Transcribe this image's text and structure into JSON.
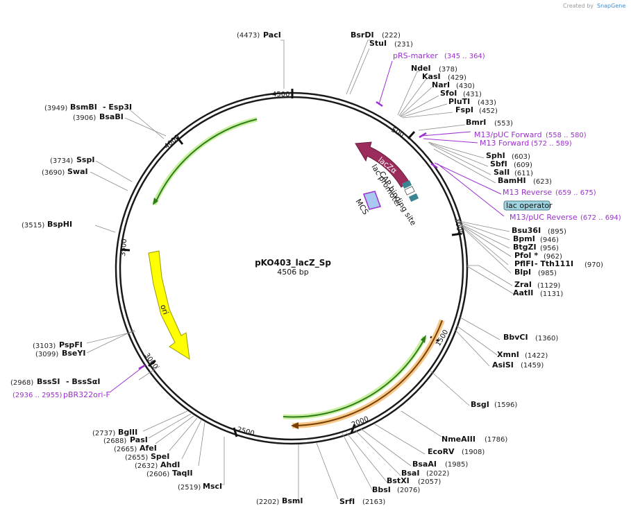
{
  "credit": {
    "prefix": "Created by",
    "brand": "SnapGene"
  },
  "plasmid": {
    "name": "pKO403_lacZ_Sp",
    "size": "4506 bp"
  },
  "ticks": [
    "4500",
    "500",
    "4000",
    "1000",
    "3500",
    "1500",
    "3000",
    "2000",
    "2500"
  ],
  "sites_right": [
    {
      "name": "BsrDI",
      "pos": "(222)"
    },
    {
      "name": "StuI",
      "pos": "(231)"
    },
    {
      "name": "NdeI",
      "pos": "(378)"
    },
    {
      "name": "KasI",
      "pos": "(429)"
    },
    {
      "name": "NarI",
      "pos": "(430)"
    },
    {
      "name": "SfoI",
      "pos": "(431)"
    },
    {
      "name": "PluTI",
      "pos": "(433)"
    },
    {
      "name": "FspI",
      "pos": "(452)"
    },
    {
      "name": "BmrI",
      "pos": "(553)"
    },
    {
      "name": "SphI",
      "pos": "(603)"
    },
    {
      "name": "SbfI",
      "pos": "(609)"
    },
    {
      "name": "SalI",
      "pos": "(611)"
    },
    {
      "name": "BamHI",
      "pos": "(623)"
    },
    {
      "name": "Bsu36I",
      "pos": "(895)"
    },
    {
      "name": "BpmI",
      "pos": "(946)"
    },
    {
      "name": "BtgZI",
      "pos": "(956)"
    },
    {
      "name": "PfoI *",
      "pos": "(962)"
    },
    {
      "name": "PflFI",
      "alt": "- Tth111I",
      "pos": "(970)"
    },
    {
      "name": "BlpI",
      "pos": "(985)"
    },
    {
      "name": "ZraI",
      "pos": "(1129)"
    },
    {
      "name": "AatII",
      "pos": "(1131)"
    },
    {
      "name": "BbvCI",
      "pos": "(1360)"
    },
    {
      "name": "XmnI",
      "pos": "(1422)"
    },
    {
      "name": "AsiSI",
      "pos": "(1459)"
    },
    {
      "name": "BsgI",
      "pos": "(1596)"
    },
    {
      "name": "NmeAIII",
      "pos": "(1786)"
    },
    {
      "name": "EcoRV",
      "pos": "(1908)"
    },
    {
      "name": "BsaAI",
      "pos": "(1985)"
    },
    {
      "name": "BsaI",
      "pos": "(2022)"
    },
    {
      "name": "BstXI",
      "pos": "(2057)"
    },
    {
      "name": "BbsI",
      "pos": "(2076)"
    },
    {
      "name": "SrfI",
      "pos": "(2163)"
    }
  ],
  "sites_left": [
    {
      "name": "PacI",
      "pos": "(4473)"
    },
    {
      "name": "BsmBI",
      "alt": "- Esp3I",
      "pos": "(3949)"
    },
    {
      "name": "BsaBI",
      "pos": "(3906)"
    },
    {
      "name": "SspI",
      "pos": "(3734)"
    },
    {
      "name": "SwaI",
      "pos": "(3690)"
    },
    {
      "name": "BspHI",
      "pos": "(3515)"
    },
    {
      "name": "PspFI",
      "pos": "(3103)"
    },
    {
      "name": "BseYI",
      "pos": "(3099)"
    },
    {
      "name": "BssSI",
      "alt": "- BssSαI",
      "pos": "(2968)"
    },
    {
      "name": "BglII",
      "pos": "(2737)"
    },
    {
      "name": "PasI",
      "pos": "(2688)"
    },
    {
      "name": "AfeI",
      "pos": "(2665)"
    },
    {
      "name": "SpeI",
      "pos": "(2655)"
    },
    {
      "name": "AhdI",
      "pos": "(2632)"
    },
    {
      "name": "TaqII",
      "pos": "(2606)"
    },
    {
      "name": "MscI",
      "pos": "(2519)"
    },
    {
      "name": "BsmI",
      "pos": "(2202)"
    }
  ],
  "primers": [
    {
      "name": "pRS-marker",
      "range": "(345 .. 364)"
    },
    {
      "name": "M13/pUC Forward",
      "range": "(558 .. 580)"
    },
    {
      "name": "M13 Forward",
      "range": "(572 .. 589)"
    },
    {
      "name": "M13 Reverse",
      "range": "(659 .. 675)"
    },
    {
      "name": "M13/pUC Reverse",
      "range": "(672 .. 694)"
    },
    {
      "name": "pBR322ori-F",
      "range": "(2936 .. 2955)"
    }
  ],
  "features": {
    "lacz": "lacZα",
    "lac_promoter": "lac promoter",
    "cap_site": "CAP binding site",
    "mcs": "MCS",
    "ori": "ori",
    "lac_operator": "lac operator"
  },
  "colors": {
    "backbone": "#1a1a1a",
    "green": "#2e7d1a",
    "green_glow": "#c8f0a0",
    "ori": "#ffff00",
    "lacz": "#9b2c5c",
    "primer": "#9b2fcf",
    "orange": "#7a3f05",
    "orange_glow": "#f6c98a",
    "operator": "#9fd3e0"
  }
}
